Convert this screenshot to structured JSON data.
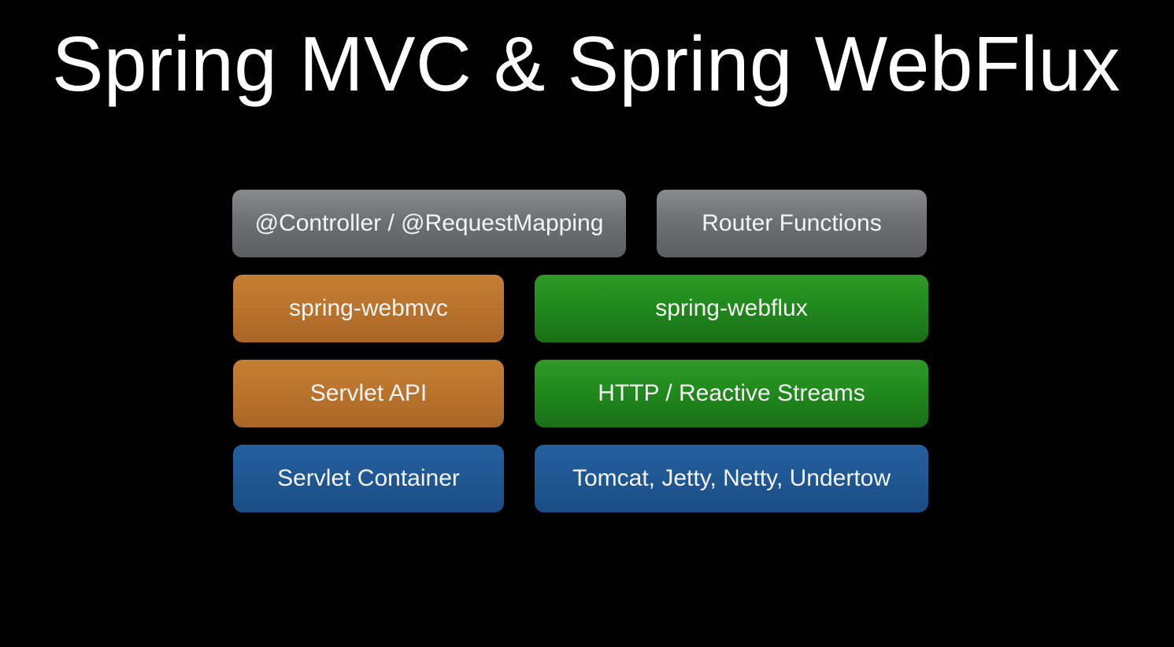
{
  "slide": {
    "title": "Spring MVC & Spring WebFlux"
  },
  "diagram": {
    "boxes": {
      "annotations": {
        "label": "@Controller / @RequestMapping",
        "color": "#6f7074"
      },
      "router_functions": {
        "label": "Router Functions",
        "color": "#6f7074"
      },
      "webmvc": {
        "label": "spring-webmvc",
        "color": "#b9732c"
      },
      "webflux": {
        "label": "spring-webflux",
        "color": "#218a1d"
      },
      "servlet_api": {
        "label": "Servlet API",
        "color": "#b9732c"
      },
      "http_reactive": {
        "label": "HTTP / Reactive Streams",
        "color": "#218a1d"
      },
      "servlet_container": {
        "label": "Servlet Container",
        "color": "#1f5792"
      },
      "servers": {
        "label": "Tomcat, Jetty, Netty, Undertow",
        "color": "#1f5792"
      }
    }
  }
}
